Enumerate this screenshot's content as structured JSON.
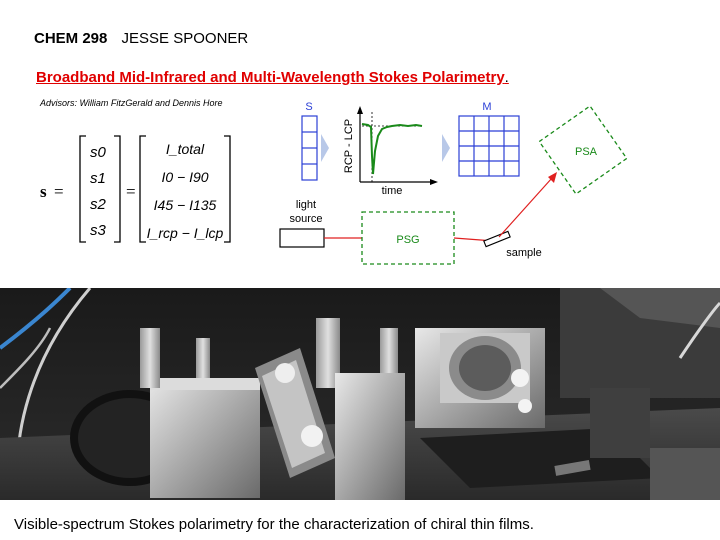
{
  "header": {
    "course": "CHEM 298",
    "name": "JESSE SPOONER"
  },
  "title": {
    "text": "Broadband Mid-Infrared and Multi-Wavelength Stokes Polarimetry",
    "punctuation": "."
  },
  "advisors": "Advisors: William FitzGerald and Dennis Hore",
  "equation": {
    "lhs": "s",
    "stokes": [
      "s0",
      "s1",
      "s2",
      "s3"
    ],
    "intensities": [
      "I_total",
      "I0 − I90",
      "I45 − I135",
      "I_rcp − I_lcp"
    ]
  },
  "diagram": {
    "s_label": "S",
    "m_label": "M",
    "plot_ylabel": "RCP - LCP",
    "plot_xlabel": "time",
    "light_source": [
      "light",
      "source"
    ],
    "psg": "PSG",
    "psa": "PSA",
    "sample": "sample",
    "colors": {
      "blue": "#2b3fd6",
      "green": "#1a8a1a",
      "red": "#e02020",
      "arrow": "#b8c8e8"
    }
  },
  "caption": "Visible-spectrum Stokes polarimetry for the characterization of chiral thin films."
}
